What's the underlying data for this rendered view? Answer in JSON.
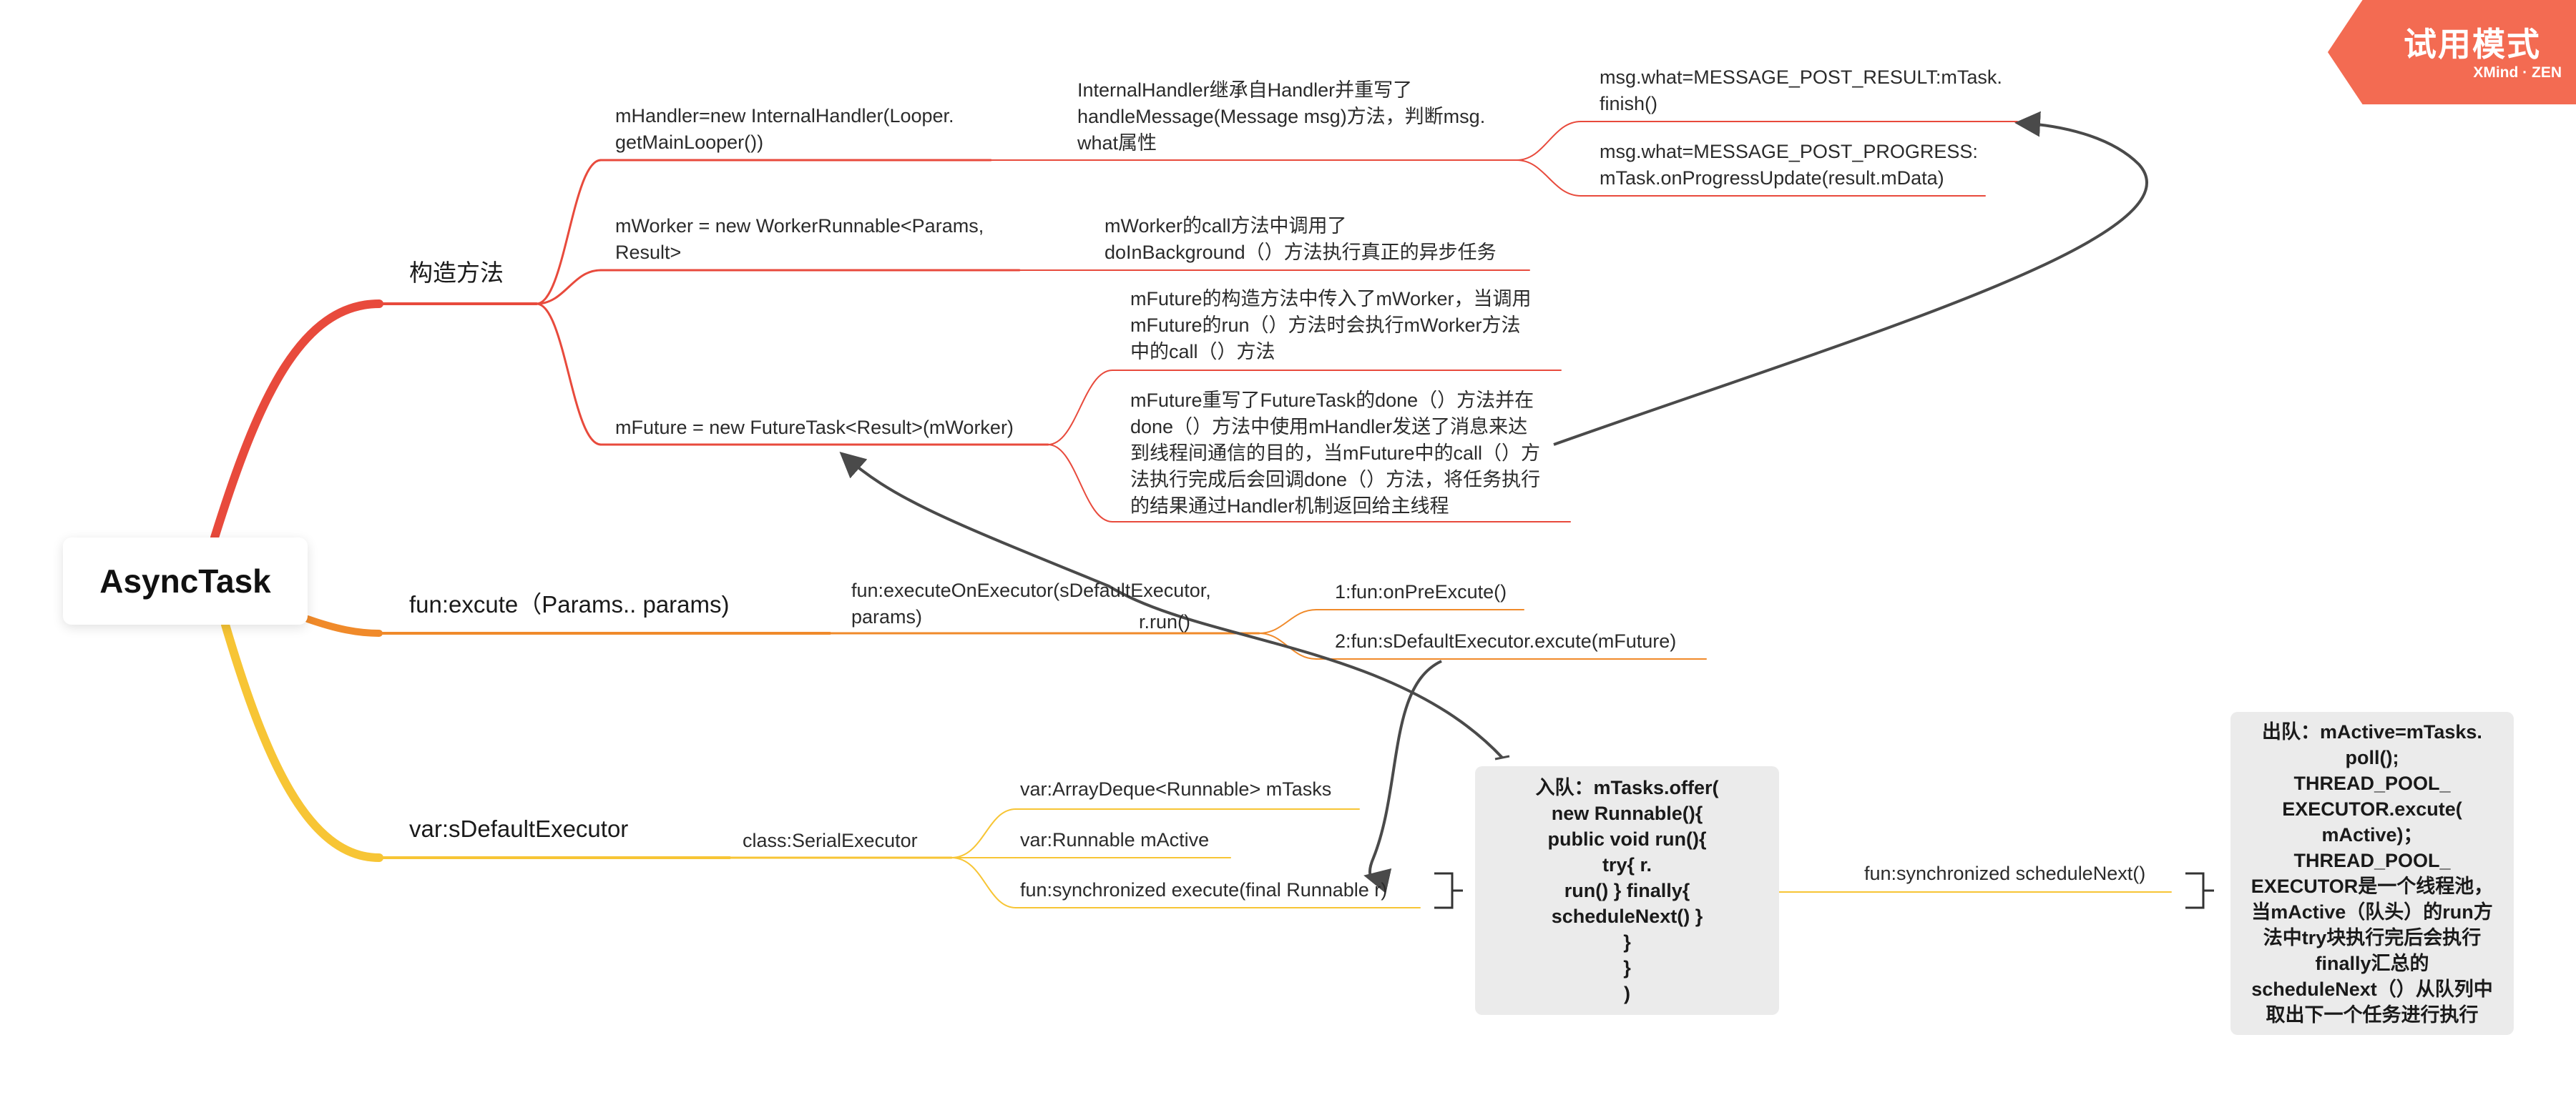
{
  "root": {
    "label": "AsyncTask"
  },
  "badge": {
    "title": "试用模式",
    "subtitle": "XMind · ZEN"
  },
  "branches": {
    "ctor": "构造方法",
    "excute": "fun:excute（Params.. params)",
    "executor": "var:sDefaultExecutor"
  },
  "ctor": {
    "handler": "mHandler=new InternalHandler(Looper.\ngetMainLooper())",
    "handler_desc": "InternalHandler继承自Handler并重写了\nhandleMessage(Message msg)方法，判断msg.\nwhat属性",
    "msg_result": "msg.what=MESSAGE_POST_RESULT:mTask.\nfinish()",
    "msg_progress": "msg.what=MESSAGE_POST_PROGRESS:\nmTask.onProgressUpdate(result.mData)",
    "worker": "mWorker = new WorkerRunnable<Params,\nResult>",
    "worker_desc": "mWorker的call方法中调用了\ndoInBackground（）方法执行真正的异步任务",
    "future": "mFuture = new FutureTask<Result>(mWorker)",
    "future_desc1": "mFuture的构造方法中传入了mWorker，当调用\nmFuture的run（）方法时会执行mWorker方法\n中的call（）方法",
    "future_desc2": "mFuture重写了FutureTask的done（）方法并在\ndone（）方法中使用mHandler发送了消息来达\n到线程间通信的目的，当mFuture中的call（）方\n法执行完成后会回调done（）方法，将任务执行\n的结果通过Handler机制返回给主线程"
  },
  "excute": {
    "on_executor": "fun:executeOnExecutor(sDefaultExecutor,\nparams)",
    "run_label": "r.run()",
    "step1": "1:fun:onPreExcute()",
    "step2": "2:fun:sDefaultExecutor.excute(mFuture)"
  },
  "executor": {
    "serial": "class:SerialExecutor",
    "tasks": "var:ArrayDeque<Runnable> mTasks",
    "active": "var:Runnable mActive",
    "execute": "fun:synchronized execute(final Runnable r)",
    "enqueue_note": "入队：mTasks.offer(\nnew Runnable(){\n            public void run(){\n                               try{ r.\nrun() } finally{\nscheduleNext() }\n}\n}\n)",
    "schedule": "fun:synchronized scheduleNext()",
    "dequeue_note": "出队：mActive=mTasks.\npoll();\nTHREAD_POOL_\nEXECUTOR.excute(\nmActive)；\nTHREAD_POOL_\nEXECUTOR是一个线程池，\n当mActive（队头）的run方\n法中try块执行完后会执行\nfinally汇总的\nscheduleNext（）从队列中\n取出下一个任务进行执行"
  },
  "colors": {
    "red": "#e84a3c",
    "orange": "#f08a2a",
    "yellow": "#f7c535",
    "arrow": "#4a4a4a",
    "badge": "#f36b52"
  }
}
